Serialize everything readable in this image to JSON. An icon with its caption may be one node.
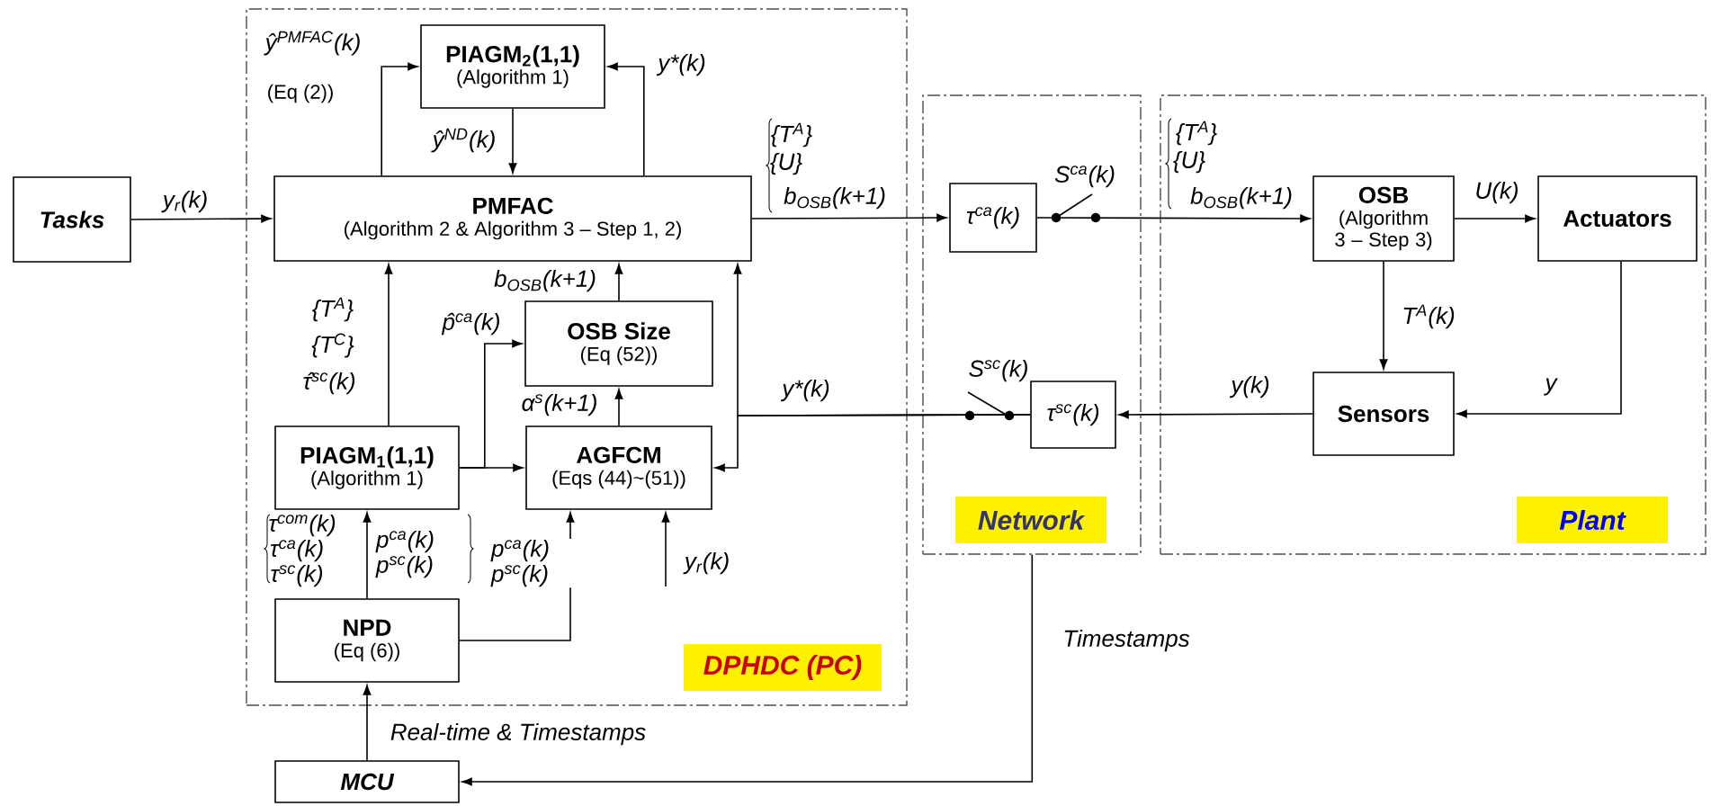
{
  "diagram": {
    "nodes": [
      {
        "text": [
          "DPHDC (PC)"
        ]
      },
      {
        "text": [
          "Network"
        ]
      },
      {
        "text": [
          "Plant"
        ]
      },
      {
        "text": [
          "Tasks"
        ]
      },
      {
        "text": [
          "PIAGM$_{2}$(1,1)",
          "(Algorithm 1)"
        ],
        "in": 0
      },
      {
        "text": [
          "PMFAC",
          "(Algorithm 2 & Algorithm 3 – Step 1, 2)"
        ],
        "in": 0
      },
      {
        "text": [
          "OSB Size",
          "(Eq (52))"
        ],
        "in": 0
      },
      {
        "text": [
          "PIAGM$_{1}$(1,1)",
          "(Algorithm 1)"
        ],
        "in": 0
      },
      {
        "text": [
          "AGFCM",
          "(Eqs (44)~(51))"
        ],
        "in": 0
      },
      {
        "text": [
          "NPD",
          "(Eq (6))"
        ],
        "in": 0
      },
      {
        "text": [
          "MCU"
        ]
      },
      {
        "text": [
          "τ$^{ca}$(k)"
        ],
        "in": 1
      },
      {
        "text": [
          "τ$^{sc}$(k)"
        ],
        "in": 1
      },
      {
        "text": [
          "OSB",
          "(Algorithm 3 – Step 3)"
        ],
        "in": 2
      },
      {
        "text": [
          "Actuators"
        ],
        "in": 2
      },
      {
        "text": [
          "Sensors"
        ],
        "in": 2
      }
    ],
    "edges": [
      {
        "from": 3,
        "to": 5,
        "arrow": "to",
        "label": "y$_{r}$(k)"
      },
      {
        "from": 5,
        "to": 4,
        "arrow": "to",
        "label": "ŷ$^{PMFAC}$(k)"
      },
      {
        "from": 5,
        "to": 4,
        "arrow": "to",
        "label": "y*(k)"
      },
      {
        "from": 4,
        "to": 5,
        "arrow": "to",
        "label": "ŷ$^{ND}$(k)"
      },
      {
        "from": 7,
        "to": 5,
        "arrow": "to",
        "label": "τ̂$^{sc}$(k)"
      },
      {
        "from": 7,
        "to": 6,
        "arrow": "to",
        "label": "p̂$^{ca}$(k)"
      },
      {
        "from": 7,
        "to": 8,
        "arrow": "to"
      },
      {
        "from": 6,
        "to": 5,
        "arrow": "to",
        "label": "b$_{OSB}$(k+1)"
      },
      {
        "from": 8,
        "to": 6,
        "arrow": "to",
        "label": "α$^{s}$(k+1)"
      },
      {
        "from": 9,
        "to": 7,
        "arrow": "to",
        "label": "p$^{ca}$(k) p$^{sc}$(k)"
      },
      {
        "from": 9,
        "to": 8,
        "arrow": "to",
        "label": "p$^{ca}$(k) p$^{sc}$(k)"
      },
      {
        "from": null,
        "to": 8,
        "arrow": "to",
        "label": "y$_{r}$(k)"
      },
      {
        "from": 10,
        "to": 9,
        "arrow": "to",
        "label": "Real-time & Timestamps"
      },
      {
        "from": 1,
        "to": 10,
        "arrow": "to",
        "label": "Timestamps"
      },
      {
        "from": 5,
        "to": 11,
        "arrow": "to",
        "label": "b$_{OSB}$(k+1)"
      },
      {
        "from": 11,
        "to": 13,
        "arrow": "to",
        "label": "b$_{OSB}$(k+1)"
      },
      {
        "from": 13,
        "to": 14,
        "arrow": "to",
        "label": "U(k)"
      },
      {
        "from": 13,
        "to": 15,
        "arrow": "to",
        "label": "T$^{A}$(k)"
      },
      {
        "from": 14,
        "to": 15,
        "arrow": "to",
        "label": "y"
      },
      {
        "from": 15,
        "to": 12,
        "arrow": "to",
        "label": "y(k)"
      },
      {
        "from": 12,
        "to": 5,
        "arrow": "to",
        "label": "y*(k)"
      },
      {
        "from": 12,
        "to": 8,
        "arrow": "to"
      }
    ],
    "labels": [
      "(Eq (2))",
      "{T$^{A}$}",
      "{U}",
      "S$^{ca}$(k)",
      "{T$^{A}$}",
      "{U}",
      "{T$^{A}$}",
      "{T$^{C}$}",
      "S$^{sc}$(k)",
      "τ$^{com}$(k)",
      "τ$^{ca}$(k)",
      "τ$^{sc}$(k)"
    ]
  }
}
